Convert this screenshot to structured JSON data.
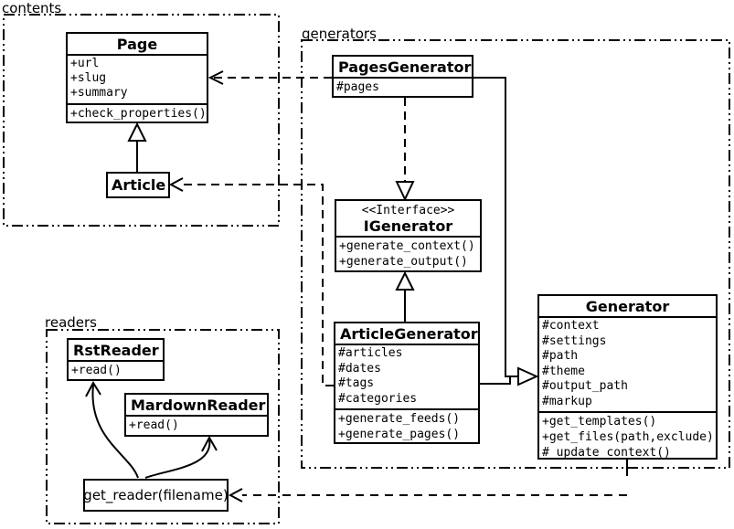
{
  "diagram": {
    "packages": {
      "contents": {
        "label": "contents"
      },
      "generators": {
        "label": "generators"
      },
      "readers": {
        "label": "readers"
      }
    },
    "classes": {
      "page": {
        "title": "Page",
        "attributes": [
          "+url",
          "+slug",
          "+summary"
        ],
        "methods": [
          "+check_properties()"
        ]
      },
      "article": {
        "title": "Article"
      },
      "pages_generator": {
        "title": "PagesGenerator",
        "attributes": [
          "#pages"
        ]
      },
      "igenerator": {
        "stereotype": "<<Interface>>",
        "title": "IGenerator",
        "methods": [
          "+generate_context()",
          "+generate_output()"
        ]
      },
      "article_generator": {
        "title": "ArticleGenerator",
        "attributes": [
          "#articles",
          "#dates",
          "#tags",
          "#categories"
        ],
        "methods": [
          "+generate_feeds()",
          "+generate_pages()"
        ]
      },
      "generator": {
        "title": "Generator",
        "attributes": [
          "#context",
          "#settings",
          "#path",
          "#theme",
          "#output_path",
          "#markup"
        ],
        "methods": [
          "+get_templates()",
          "+get_files(path,exclude)",
          "#_update_context()"
        ]
      },
      "rst_reader": {
        "title": "RstReader",
        "methods": [
          "+read()"
        ]
      },
      "mardown_reader": {
        "title": "MardownReader",
        "methods": [
          "+read()"
        ]
      },
      "get_reader": {
        "title": "get_reader(filename)"
      }
    },
    "relationships": [
      {
        "type": "generalization",
        "from": "Article",
        "to": "Page"
      },
      {
        "type": "dependency",
        "from": "PagesGenerator",
        "to": "Page"
      },
      {
        "type": "dependency",
        "from": "ArticleGenerator",
        "to": "Article"
      },
      {
        "type": "realization",
        "from": "PagesGenerator",
        "to": "IGenerator"
      },
      {
        "type": "generalization",
        "from": "ArticleGenerator",
        "to": "IGenerator"
      },
      {
        "type": "generalization",
        "from": "PagesGenerator",
        "to": "Generator"
      },
      {
        "type": "generalization",
        "from": "ArticleGenerator",
        "to": "Generator"
      },
      {
        "type": "dependency",
        "from": "Generator",
        "to": "get_reader(filename)"
      },
      {
        "type": "arrow",
        "from": "get_reader(filename)",
        "to": "RstReader"
      },
      {
        "type": "arrow",
        "from": "get_reader(filename)",
        "to": "MardownReader"
      }
    ],
    "colors": {
      "line": "#000000",
      "background": "#ffffff",
      "box_fill": "#ffffff"
    }
  }
}
